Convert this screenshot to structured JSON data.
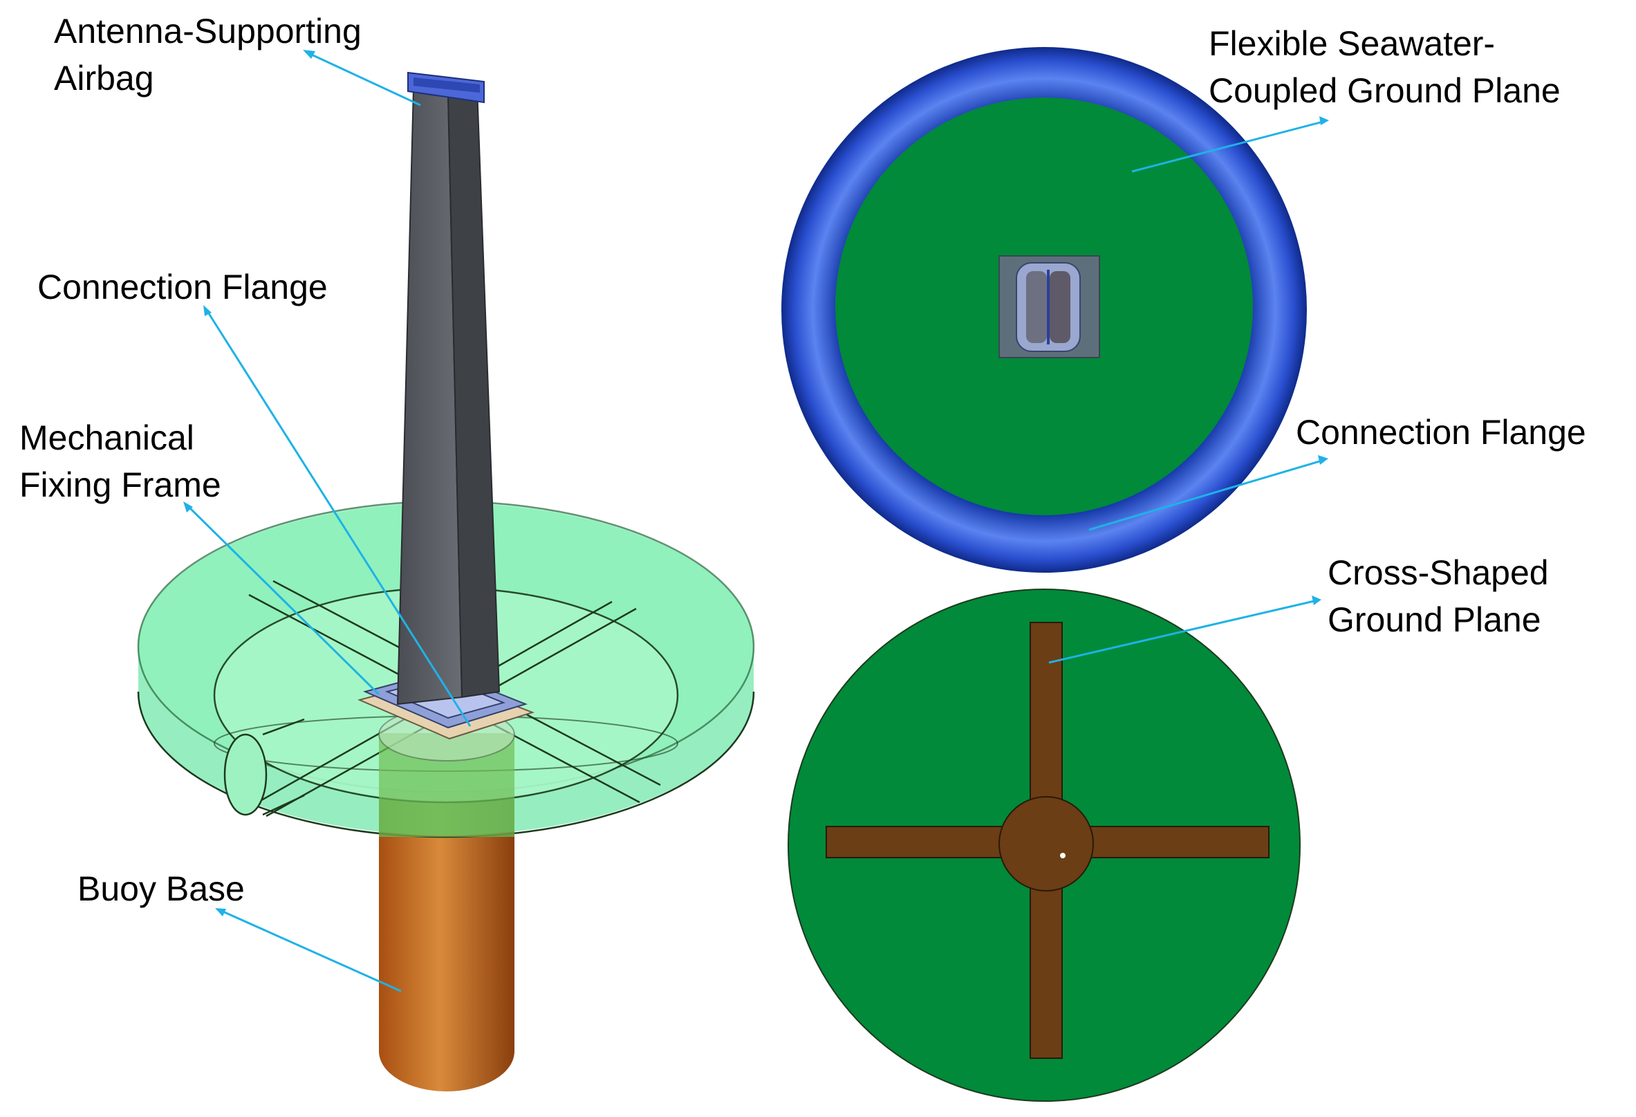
{
  "labels": {
    "antenna_airbag": [
      "Antenna-Supporting",
      "Airbag"
    ],
    "connection_flange_left": "Connection Flange",
    "mechanical_frame": [
      "Mechanical",
      "Fixing Frame"
    ],
    "buoy_base": "Buoy Base",
    "flexible_ground": [
      "Flexible Seawater-",
      "Coupled Ground Plane"
    ],
    "connection_flange_right": "Connection Flange",
    "cross_ground": [
      "Cross-Shaped",
      "Ground Plane"
    ]
  },
  "colors": {
    "leader": "#1fb2e6",
    "ground_green": "#008a3a",
    "ring_blue": "#1f45c9",
    "disc_green": "#7ff0b2",
    "copper": "#b56423",
    "cross_brown": "#6b3e15",
    "antenna_gray": "#55585e"
  }
}
